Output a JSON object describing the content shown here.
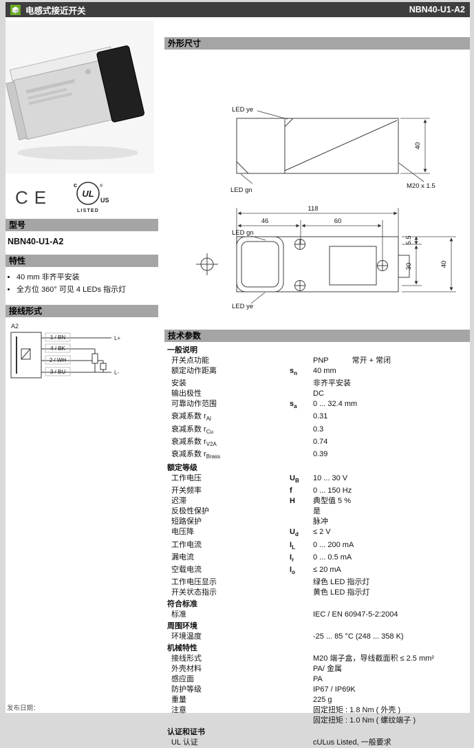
{
  "header": {
    "title": "电感式接近开关",
    "model": "NBN40-U1-A2"
  },
  "left": {
    "ce": "CE",
    "ul": {
      "c": "c",
      "ul": "UL",
      "us": "US",
      "listed": "LISTED",
      "reg": "®"
    },
    "model_header": "型号",
    "model_value": "NBN40-U1-A2",
    "features_header": "特性",
    "features": [
      "40 mm 非齐平安装",
      "全方位 360° 可见 4 LEDs 指示灯"
    ],
    "connection_header": "接线形式",
    "wiring": {
      "variant": "A2",
      "terminals": [
        "1 / BN",
        "4 / BK",
        "2 / WH",
        "3 / BU"
      ],
      "lplus": "L+",
      "lminus": "L-"
    }
  },
  "right": {
    "dimensions_header": "外形尺寸",
    "tech_header": "技术参数",
    "drawing": {
      "led_ye_top": "LED ye",
      "led_gn_top": "LED gn",
      "m20": "M20 x 1.5",
      "dim40_side": "40",
      "dim118": "118",
      "dim46": "46",
      "dim60": "60",
      "led_gn_bottom": "LED gn",
      "led_ye_bottom": "LED ye",
      "dim40_bottom": "40",
      "dim30": "30",
      "dim55": "5.5"
    }
  },
  "spec_rows": [
    {
      "type": "section",
      "label": "一般说明"
    },
    {
      "type": "row",
      "label": "开关点功能",
      "value": "PNP",
      "value2": "常开 + 常闭"
    },
    {
      "type": "row",
      "label": "额定动作距离",
      "sym": "s",
      "sym_sub": "n",
      "value": "40 mm"
    },
    {
      "type": "row",
      "label": "安装",
      "value": "非齐平安装"
    },
    {
      "type": "row",
      "label": "输出极性",
      "value": "DC"
    },
    {
      "type": "row",
      "label": "可靠动作范围",
      "sym": "s",
      "sym_sub": "a",
      "value": "0 ... 32.4 mm"
    },
    {
      "type": "row",
      "label": "衰减系数 r",
      "label_sub": "Al",
      "value": "0.31"
    },
    {
      "type": "row",
      "label": "衰减系数 r",
      "label_sub": "Cu",
      "value": "0.3"
    },
    {
      "type": "row",
      "label": "衰减系数 r",
      "label_sub": "V2A",
      "value": "0.74"
    },
    {
      "type": "row",
      "label": "衰减系数 r",
      "label_sub": "Brass",
      "value": "0.39"
    },
    {
      "type": "section",
      "label": "额定等级"
    },
    {
      "type": "row",
      "label": "工作电压",
      "sym": "U",
      "sym_sub": "B",
      "value": "10 ... 30 V"
    },
    {
      "type": "row",
      "label": "开关频率",
      "sym": "f",
      "value": "0 ... 150 Hz"
    },
    {
      "type": "row",
      "label": "迟滞",
      "sym": "H",
      "value": "典型值 5 %"
    },
    {
      "type": "row",
      "label": "反极性保护",
      "value": "是"
    },
    {
      "type": "row",
      "label": "短路保护",
      "value": "脉冲"
    },
    {
      "type": "row",
      "label": "电压降",
      "sym": "U",
      "sym_sub": "d",
      "value": "≤ 2 V"
    },
    {
      "type": "row",
      "label": "工作电流",
      "sym": "I",
      "sym_sub": "L",
      "value": "0 ... 200 mA"
    },
    {
      "type": "row",
      "label": "漏电流",
      "sym": "I",
      "sym_sub": "r",
      "value": "0 ... 0.5 mA"
    },
    {
      "type": "row",
      "label": "空载电流",
      "sym": "I",
      "sym_sub": "o",
      "value": "≤ 20 mA"
    },
    {
      "type": "row",
      "label": "工作电压显示",
      "value": "绿色 LED 指示灯"
    },
    {
      "type": "row",
      "label": "开关状态指示",
      "value": "黄色 LED 指示灯"
    },
    {
      "type": "section",
      "label": "符合标准"
    },
    {
      "type": "row",
      "label": "标准",
      "value": "IEC / EN 60947-5-2:2004"
    },
    {
      "type": "section",
      "label": "周围环境"
    },
    {
      "type": "row",
      "label": "环境温度",
      "value": "-25 ... 85 °C (248 ... 358 K)"
    },
    {
      "type": "section",
      "label": "机械特性"
    },
    {
      "type": "row",
      "label": "接线形式",
      "value": "M20 端子盒，导线截面积 ≤ 2.5 mm²"
    },
    {
      "type": "row",
      "label": "外壳材料",
      "value": "PA/ 金属"
    },
    {
      "type": "row",
      "label": "感应面",
      "value": "PA"
    },
    {
      "type": "row",
      "label": "防护等级",
      "value": "IP67 / IP69K"
    },
    {
      "type": "row",
      "label": "重量",
      "value": "225 g"
    },
    {
      "type": "row",
      "label": "注意",
      "value_lines": [
        "固定扭矩 : 1.8 Nm ( 外壳 )",
        "固定扭矩 : 1.0 Nm ( 螺纹端子 )"
      ]
    },
    {
      "type": "section",
      "label": "认证和证书"
    },
    {
      "type": "row",
      "label": "UL 认证",
      "value": "cULus Listed, 一般要求"
    }
  ],
  "footer": {
    "note": "发布日期："
  }
}
